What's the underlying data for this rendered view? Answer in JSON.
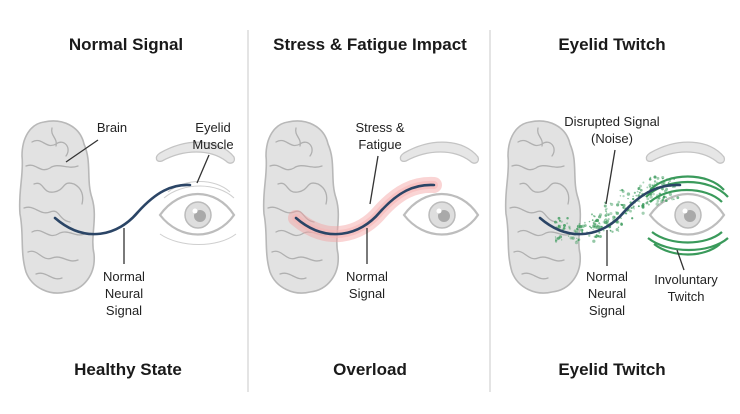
{
  "panels": [
    {
      "title": "Normal Signal",
      "labels": {
        "brain": "Brain",
        "muscle": [
          "Eyelid",
          "Muscle"
        ],
        "signal": [
          "Normal",
          "Neural",
          "Signal"
        ]
      },
      "footer": "Healthy State"
    },
    {
      "title": "Stress & Fatigue Impact",
      "labels": {
        "stress": [
          "Stress &",
          "Fatigue"
        ],
        "signal": [
          "Normal",
          "Signal"
        ]
      },
      "footer": "Overload"
    },
    {
      "title": "Eyelid Twitch",
      "labels": {
        "noise": [
          "Disrupted Signal",
          "(Noise)"
        ],
        "signal": [
          "Normal",
          "Neural",
          "Signal"
        ],
        "twitch": [
          "Involuntary",
          "Twitch"
        ]
      },
      "footer": "Eyelid Twitch"
    }
  ],
  "colors": {
    "signal": "#2b4566",
    "stress_glow": "#f4a0a0",
    "noise": "#3a9a5b"
  }
}
